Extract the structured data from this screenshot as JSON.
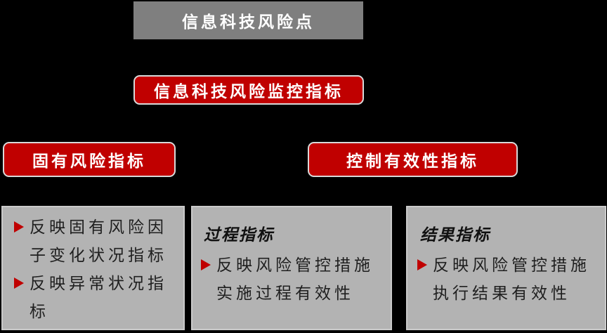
{
  "colors": {
    "background": "#000000",
    "top_box_gray": "#7f7f7f",
    "panel_gray": "#b3b3b3",
    "panel_border": "#cacaca",
    "accent_red": "#c00000",
    "red_border": "#d9d9d9",
    "text_white": "#ffffff",
    "text_dark": "#1f1f1f"
  },
  "diagram": {
    "root": {
      "label": "信息科技风险点"
    },
    "monitor": {
      "label": "信息科技风险监控指标"
    },
    "inherent": {
      "label": "固有风险指标"
    },
    "control": {
      "label": "控制有效性指标"
    },
    "panels": {
      "inherent": {
        "bullets": [
          "反映固有风险因\n子变化状况指标",
          "反映异常状况指\n标"
        ]
      },
      "process": {
        "title": "过程指标",
        "bullets": [
          "反映风险管控措施\n实施过程有效性"
        ]
      },
      "result": {
        "title": "结果指标",
        "bullets": [
          "反映风险管控措施\n执行结果有效性"
        ]
      }
    }
  }
}
